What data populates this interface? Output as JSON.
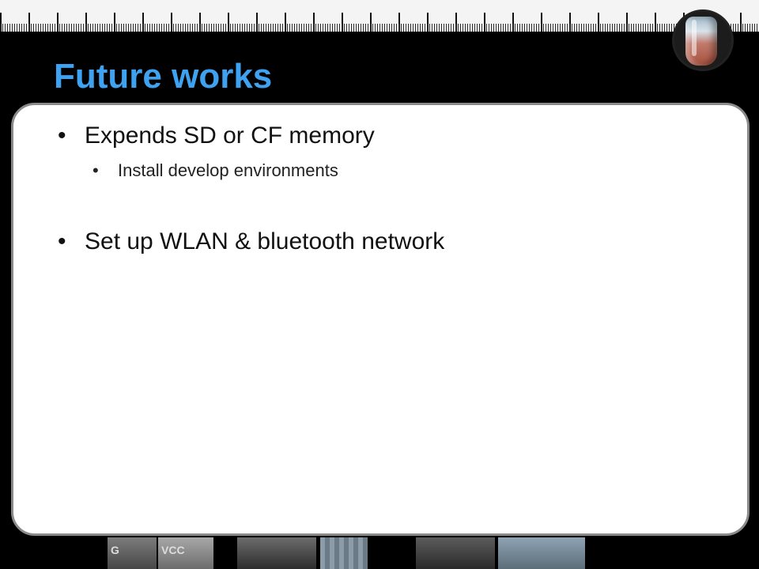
{
  "slide": {
    "title": "Future works",
    "bullets": [
      {
        "text": "Expends SD or CF memory",
        "sub": [
          "Install develop environments"
        ]
      },
      {
        "text": "Set up WLAN & bluetooth network",
        "sub": []
      }
    ],
    "bullet_glyph": "•",
    "strip_labels": [
      "G",
      "VCC"
    ]
  },
  "colors": {
    "title": "#3fa2f0",
    "background": "#000000",
    "panel": "#ffffff"
  }
}
